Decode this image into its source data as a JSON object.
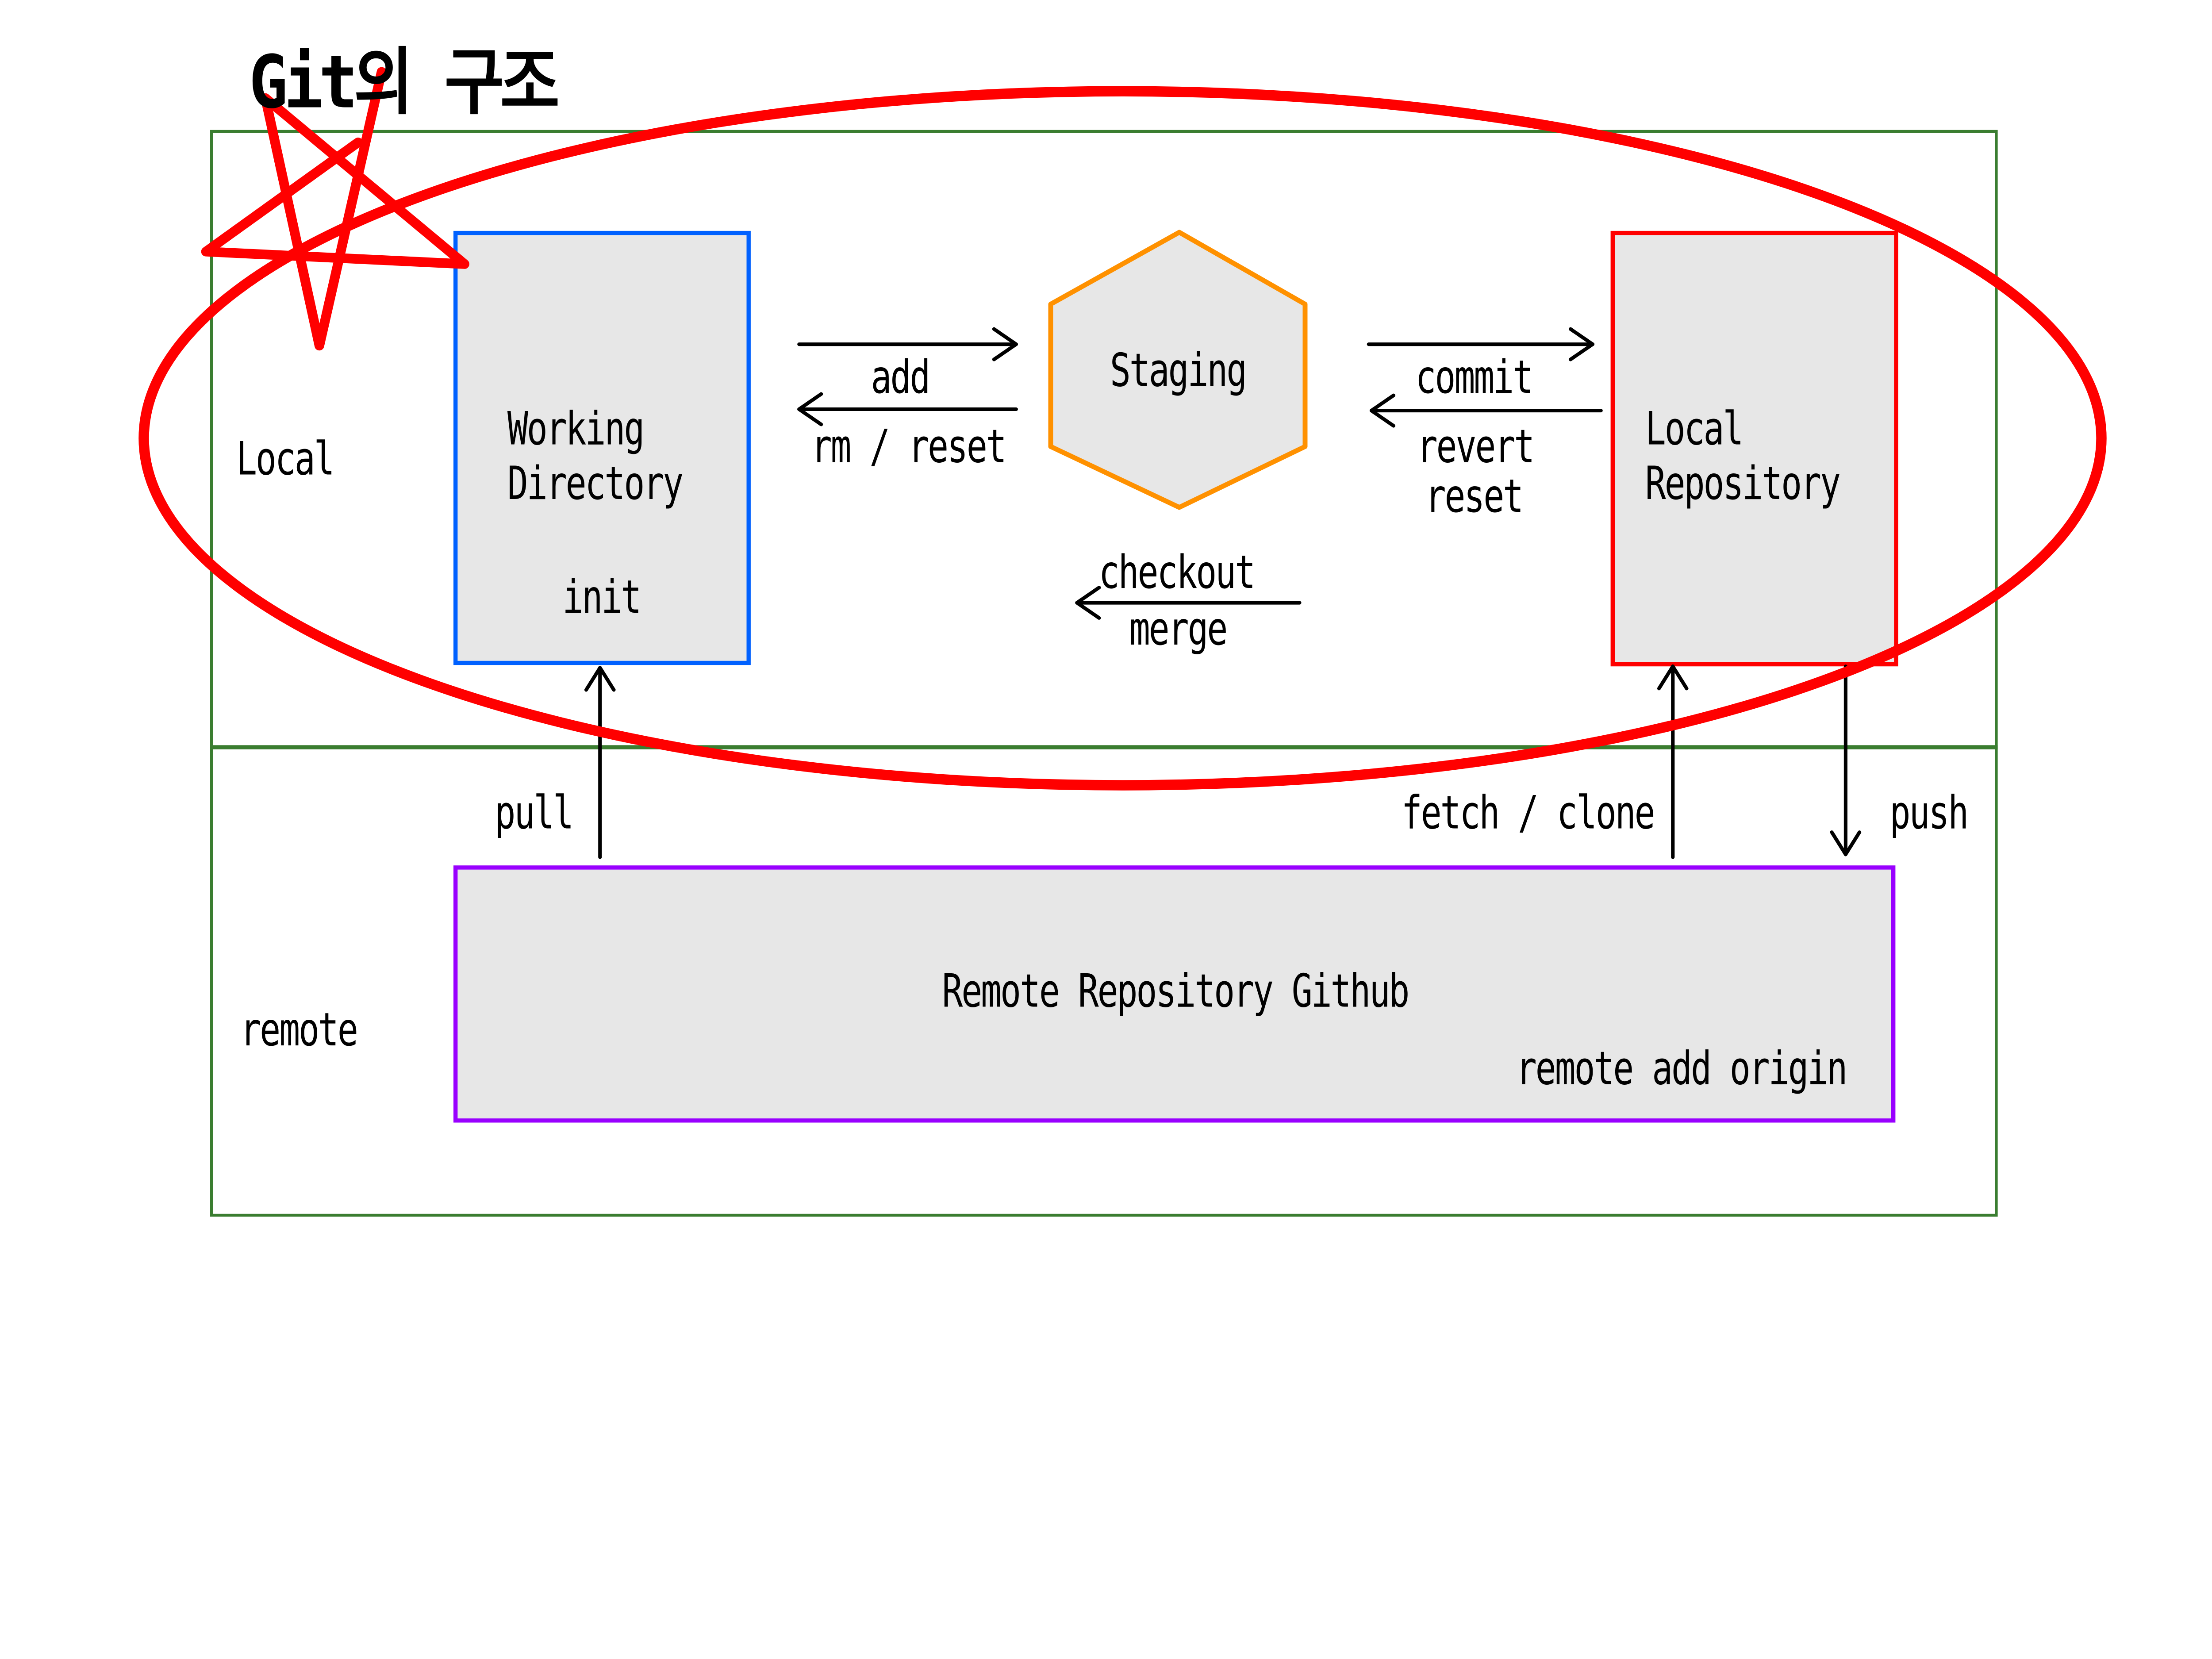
{
  "title": "Git의 구조",
  "sections": {
    "local_label": "Local",
    "remote_label": "remote"
  },
  "nodes": {
    "working_directory": {
      "line1": "Working",
      "line2": "Directory",
      "sub": "init"
    },
    "staging": {
      "label": "Staging"
    },
    "local_repository": {
      "line1": "Local",
      "line2": "Repository"
    },
    "remote_repository": {
      "label": "Remote Repository Github",
      "sub": "remote add origin"
    }
  },
  "arrows": {
    "add": "add",
    "rm_reset": "rm / reset",
    "commit": "commit",
    "revert": "revert",
    "reset": "reset",
    "checkout": "checkout",
    "merge": "merge",
    "pull": "pull",
    "fetch_clone": "fetch / clone",
    "push": "push"
  },
  "colors": {
    "section_border": "#3a7d30",
    "working_directory_border": "#0061ff",
    "staging_border": "#ff9100",
    "local_repository_border": "#ff0000",
    "remote_repository_border": "#9900ff",
    "node_fill": "#e7e7e7",
    "annotation": "#ff0000",
    "arrow": "#000000"
  }
}
